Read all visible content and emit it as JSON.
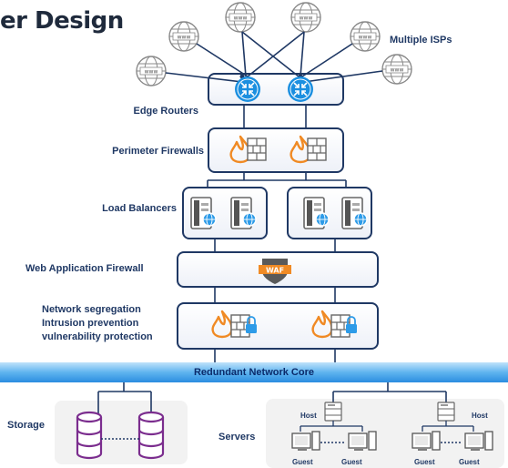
{
  "title": "er Design",
  "labels": {
    "isps": "Multiple ISPs",
    "edge_routers": "Edge Routers",
    "perimeter_firewalls": "Perimeter Firewalls",
    "load_balancers": "Load Balancers",
    "waf": "Web Application Firewall",
    "segmentation_line1": "Network segregation",
    "segmentation_line2": "Intrusion prevention",
    "segmentation_line3": "vulnerability protection",
    "core": "Redundant Network Core",
    "storage": "Storage",
    "servers": "Servers",
    "host_left": "Host",
    "host_right": "Host",
    "guest": "Guest",
    "waf_badge": "WAF"
  },
  "icons": {
    "isp": "globe-www-icon",
    "router": "router-icon",
    "firewall": "firewall-icon",
    "lock_firewall": "firewall-lock-icon",
    "load_balancer": "server-globe-icon",
    "waf": "waf-shield-icon",
    "database": "database-icon",
    "host": "host-server-icon",
    "guest": "guest-vm-icon"
  },
  "colors": {
    "accent": "#1f3864",
    "router": "#1b8fe0",
    "fire": "#f08a24",
    "core_band": "#2b8de0",
    "storage": "#7b2d8e"
  }
}
